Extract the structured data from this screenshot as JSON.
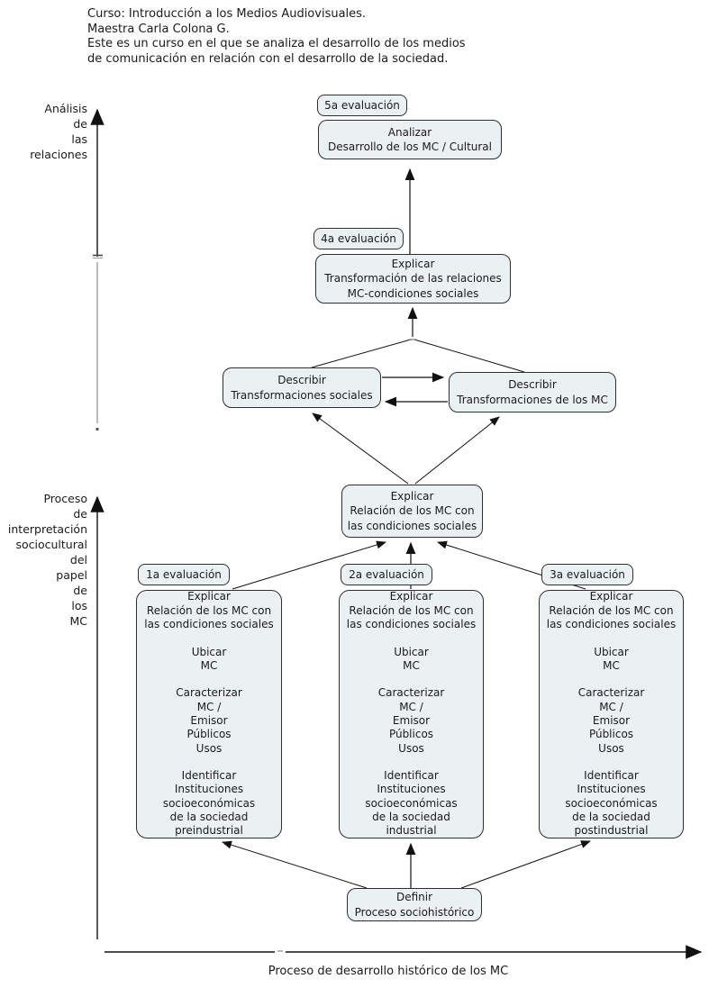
{
  "header": {
    "lines": [
      "Curso: Introducción a los Medios Audiovisuales.",
      "Maestra Carla Colona G.",
      "Este es un curso en el que se analiza el desarrollo de los medios",
      "de comunicación en relación con el desarrollo de la sociedad."
    ]
  },
  "axis": {
    "y_top": {
      "lines": [
        "Análisis",
        "de",
        "las",
        "relaciones"
      ]
    },
    "y_bottom": {
      "lines": [
        "Proceso",
        "de",
        "interpretación",
        "sociocultural",
        "del",
        "papel",
        "de",
        "los",
        "MC"
      ]
    },
    "x": {
      "label": "Proceso de desarrollo histórico de los MC"
    }
  },
  "nodes": {
    "eval5": {
      "label": "5a evaluación"
    },
    "analizar": {
      "lines": [
        "Analizar",
        "Desarrollo de los MC / Cultural"
      ]
    },
    "eval4": {
      "label": "4a evaluación"
    },
    "explicar_transformacion": {
      "lines": [
        "Explicar",
        "Transformación de las relaciones",
        "MC-condiciones sociales"
      ]
    },
    "describir_sociales": {
      "lines": [
        "Describir",
        "Transformaciones sociales"
      ]
    },
    "describir_mc": {
      "lines": [
        "Describir",
        "Transformaciones de los MC"
      ]
    },
    "explicar_relacion": {
      "lines": [
        "Explicar",
        "Relación de los MC con",
        "las condiciones sociales"
      ]
    },
    "eval1": {
      "label": "1a evaluación"
    },
    "eval2": {
      "label": "2a evaluación"
    },
    "eval3": {
      "label": "3a evaluación"
    },
    "periodo_preindustrial": {
      "lines": [
        "Explicar",
        "Relación de los MC con",
        "las condiciones sociales",
        "",
        "Ubicar",
        "MC",
        "",
        "Caracterizar",
        "MC /",
        "Emisor",
        "Públicos",
        "Usos",
        "",
        "Identificar",
        "Instituciones",
        "socioeconómicas",
        "de la sociedad",
        "preindustrial"
      ]
    },
    "periodo_industrial": {
      "lines": [
        "Explicar",
        "Relación de los MC con",
        "las condiciones sociales",
        "",
        "Ubicar",
        "MC",
        "",
        "Caracterizar",
        "MC /",
        "Emisor",
        "Públicos",
        "Usos",
        "",
        "Identificar",
        "Instituciones",
        "socioeconómicas",
        "de la sociedad",
        "industrial"
      ]
    },
    "periodo_postindustrial": {
      "lines": [
        "Explicar",
        "Relación de los MC con",
        "las condiciones sociales",
        "",
        "Ubicar",
        "MC",
        "",
        "Caracterizar",
        "MC /",
        "Emisor",
        "Públicos",
        "Usos",
        "",
        "Identificar",
        "Instituciones",
        "socioeconómicas",
        "de la sociedad",
        "postindustrial"
      ]
    },
    "definir": {
      "lines": [
        "Definir",
        "Proceso sociohistórico"
      ]
    }
  },
  "colors": {
    "box_fill": "#ebf1f2",
    "box_border": "#2f2f2f",
    "text": "#1a1a1a",
    "axis_gray": "#8c8c8c"
  }
}
